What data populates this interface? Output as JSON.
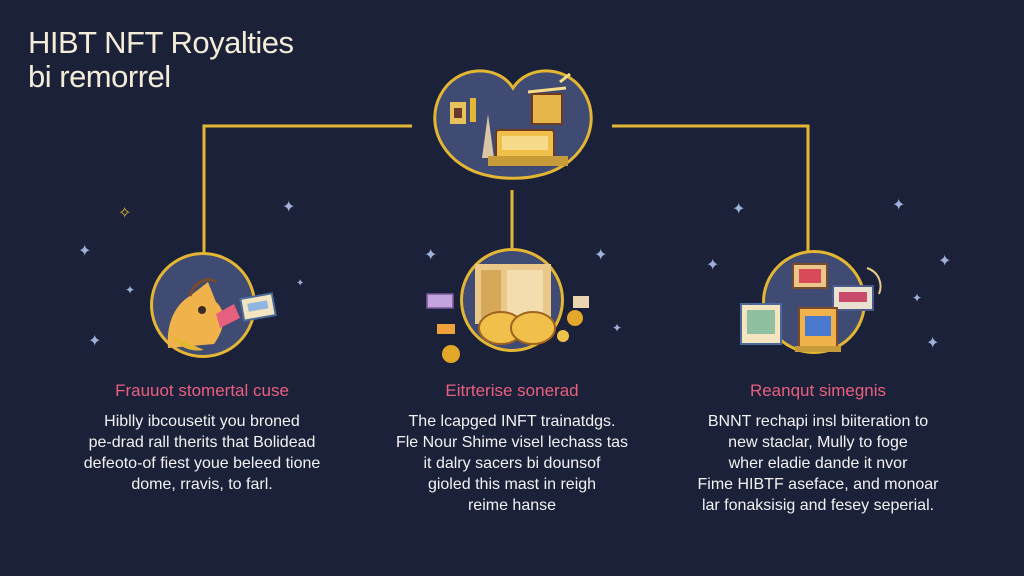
{
  "title": {
    "line1": "HIBT NFT Royalties",
    "line2": "bi remorrel"
  },
  "columns": [
    {
      "caption": "Frauuot stomertal cuse",
      "lines": [
        "Hiblly ibcousetit you broned",
        "pe-drad rall therits that Bolidead",
        "defeoto-of fiest youe beleed tione",
        "dome, rravis, to farl."
      ]
    },
    {
      "caption": "Eitrterise sonerad",
      "lines": [
        "The lcapged INFT trainatdgs.",
        "Fle Nour Shime visel lechass tas",
        "it dalry sacers bi dounsof",
        "gioled this mast in reigh",
        "reime hanse"
      ]
    },
    {
      "caption": "Reanqut simegnis",
      "lines": [
        "BNNT rechapi insl biiteration to",
        "new staclar, Mully to foge",
        "wher eladie dande it nvor",
        "Fime HIBTF aseface, and monoar",
        "lar fonaksisig and fesey seperial."
      ]
    }
  ],
  "colors": {
    "background": "#1b2138",
    "accent": "#e3b634",
    "caption": "#e8607f",
    "circle_fill": "#3f4b72"
  },
  "icons": {
    "top": "nft-marketplace-icon",
    "left": "creator-avatar-icon",
    "middle": "coin-vault-icon",
    "right": "devices-icon"
  }
}
